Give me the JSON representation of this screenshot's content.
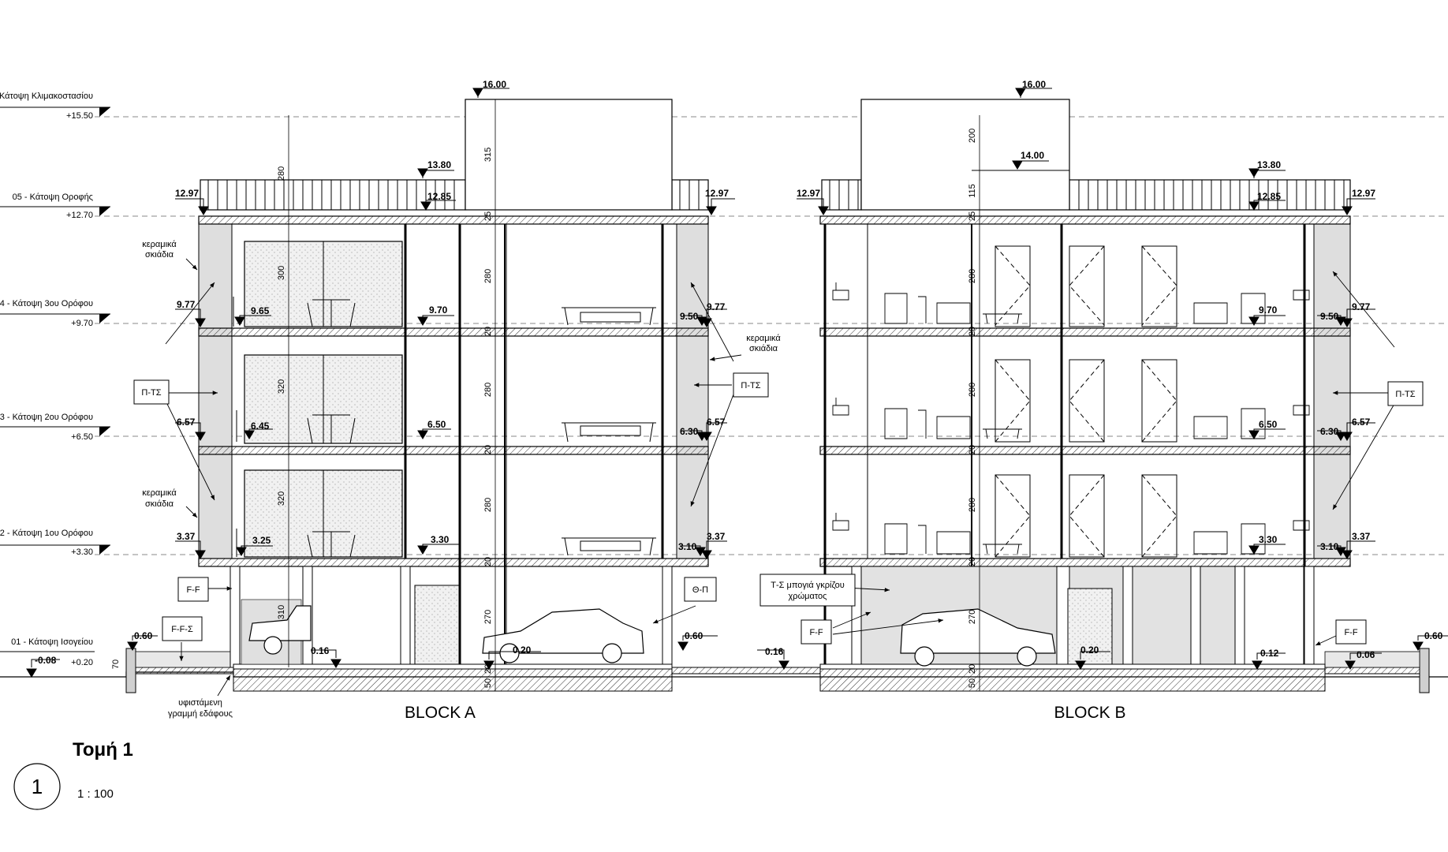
{
  "levels": [
    {
      "name": "Κάτοψη Κλιμακοστασίου",
      "elev": "+15.50"
    },
    {
      "name": "05 - Κάτοψη Οροφής",
      "elev": "+12.70"
    },
    {
      "name": "4 - Κάτοψη 3ου Ορόφου",
      "elev": "+9.70"
    },
    {
      "name": "3 - Κάτοψη 2ου Ορόφου",
      "elev": "+6.50"
    },
    {
      "name": "2 - Κάτοψη 1ου Ορόφου",
      "elev": "+3.30"
    },
    {
      "name": "01 - Κάτοψη Ισογείου",
      "elev": "+0.20"
    }
  ],
  "elevations": {
    "e1600": "16.00",
    "e1400": "14.00",
    "e1380": "13.80",
    "e1285": "12.85",
    "e1297": "12.97",
    "e977": "9.77",
    "e965": "9.65",
    "e970": "9.70",
    "e950": "9.50",
    "e657": "6.57",
    "e645": "6.45",
    "e650": "6.50",
    "e630": "6.30",
    "e337": "3.37",
    "e325": "3.25",
    "e330": "3.30",
    "e310": "3.10",
    "e060": "0.60",
    "e016": "0.16",
    "e020": "0.20",
    "e012": "0.12",
    "e006": "0.06",
    "em008": "-0.08"
  },
  "dims": {
    "d280": "280",
    "d300": "300",
    "d320": "320",
    "d310": "310",
    "d315": "315",
    "d200": "200",
    "d115": "115",
    "d270": "270",
    "d70": "70",
    "d50": "50",
    "d20": "20",
    "d25": "25"
  },
  "notes": {
    "ceramic_1": "κεραμικά",
    "ceramic_2": "σκιάδια",
    "tile_gray_1": "Τ-Σ μπογιά γκρίζου",
    "tile_gray_2": "χρώματος",
    "ground_1": "υφιστάμενη",
    "ground_2": "γραμμή εδάφους"
  },
  "tags": {
    "pts": "Π-ΤΣ",
    "ff": "F-F",
    "ffs": "F-F-Σ",
    "thp": "Θ-Π"
  },
  "blocks": {
    "a": "BLOCK A",
    "b": "BLOCK B"
  },
  "title_block": {
    "number": "1",
    "title": "Τομή 1",
    "scale": "1 : 100"
  }
}
